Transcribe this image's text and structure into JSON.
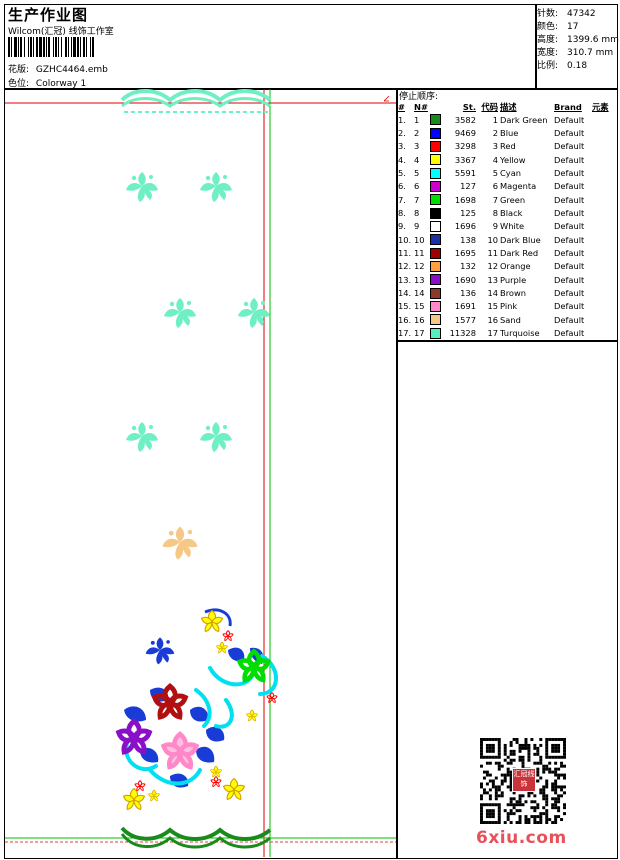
{
  "header": {
    "title": "生产作业图",
    "subtitle": "Wilcom(汇冠) 线饰工作室",
    "design_label": "花版:",
    "design_value": "GZHC4464.emb",
    "colorway_label": "色位:",
    "colorway_value": "Colorway 1"
  },
  "info": [
    {
      "label": "针数:",
      "value": "47342"
    },
    {
      "label": "颜色:",
      "value": "17"
    },
    {
      "label": "高度:",
      "value": "1399.6 mm"
    },
    {
      "label": "宽度:",
      "value": "310.7 mm"
    },
    {
      "label": "比例:",
      "value": "0.18"
    }
  ],
  "stop_sequence_label": "停止顺序:",
  "table": {
    "headers": {
      "hash": "#",
      "no": "N#",
      "st": "St.",
      "code": "代码",
      "desc": "描述",
      "brand": "Brand",
      "element": "元素"
    },
    "rows": [
      {
        "idx": "1.",
        "n": "1",
        "color": "#1a8a1a",
        "st": "3582",
        "code": "1",
        "desc": "Dark Green",
        "brand": "Default"
      },
      {
        "idx": "2.",
        "n": "2",
        "color": "#0000ff",
        "st": "9469",
        "code": "2",
        "desc": "Blue",
        "brand": "Default"
      },
      {
        "idx": "3.",
        "n": "3",
        "color": "#ff0000",
        "st": "3298",
        "code": "3",
        "desc": "Red",
        "brand": "Default"
      },
      {
        "idx": "4.",
        "n": "4",
        "color": "#ffff00",
        "st": "3367",
        "code": "4",
        "desc": "Yellow",
        "brand": "Default"
      },
      {
        "idx": "5.",
        "n": "5",
        "color": "#00ffff",
        "st": "5591",
        "code": "5",
        "desc": "Cyan",
        "brand": "Default"
      },
      {
        "idx": "6.",
        "n": "6",
        "color": "#cc00cc",
        "st": "127",
        "code": "6",
        "desc": "Magenta",
        "brand": "Default"
      },
      {
        "idx": "7.",
        "n": "7",
        "color": "#00dd00",
        "st": "1698",
        "code": "7",
        "desc": "Green",
        "brand": "Default"
      },
      {
        "idx": "8.",
        "n": "8",
        "color": "#000000",
        "st": "125",
        "code": "8",
        "desc": "Black",
        "brand": "Default"
      },
      {
        "idx": "9.",
        "n": "9",
        "color": "#ffffff",
        "st": "1696",
        "code": "9",
        "desc": "White",
        "brand": "Default"
      },
      {
        "idx": "10.",
        "n": "10",
        "color": "#1c2fa8",
        "st": "138",
        "code": "10",
        "desc": "Dark Blue",
        "brand": "Default"
      },
      {
        "idx": "11.",
        "n": "11",
        "color": "#a00000",
        "st": "1695",
        "code": "11",
        "desc": "Dark Red",
        "brand": "Default"
      },
      {
        "idx": "12.",
        "n": "12",
        "color": "#ffa040",
        "st": "132",
        "code": "12",
        "desc": "Orange",
        "brand": "Default"
      },
      {
        "idx": "13.",
        "n": "13",
        "color": "#8a10c8",
        "st": "1690",
        "code": "13",
        "desc": "Purple",
        "brand": "Default"
      },
      {
        "idx": "14.",
        "n": "14",
        "color": "#8b3a2a",
        "st": "136",
        "code": "14",
        "desc": "Brown",
        "brand": "Default"
      },
      {
        "idx": "15.",
        "n": "15",
        "color": "#ff88c8",
        "st": "1691",
        "code": "15",
        "desc": "Pink",
        "brand": "Default"
      },
      {
        "idx": "16.",
        "n": "16",
        "color": "#f5c888",
        "st": "1577",
        "code": "16",
        "desc": "Sand",
        "brand": "Default"
      },
      {
        "idx": "17.",
        "n": "17",
        "color": "#55f0c0",
        "st": "11328",
        "code": "17",
        "desc": "Turquoise",
        "brand": "Default"
      }
    ]
  },
  "colors": {
    "turquoise": "#6ff0c4",
    "guide_red": "#e00000",
    "guide_green": "#00c000",
    "blue": "#1a3cd6",
    "cyan": "#00e0f0",
    "dark_red": "#b01010",
    "purple": "#8a10c8",
    "pink": "#ff88c8",
    "yellow": "#ffff00",
    "green": "#00dd00",
    "dark_green": "#1a8a1a",
    "sand": "#f5c888",
    "watermark": "#e8505a"
  },
  "watermark": {
    "text": "6xiu.com",
    "seal": "汇冠线饰"
  }
}
